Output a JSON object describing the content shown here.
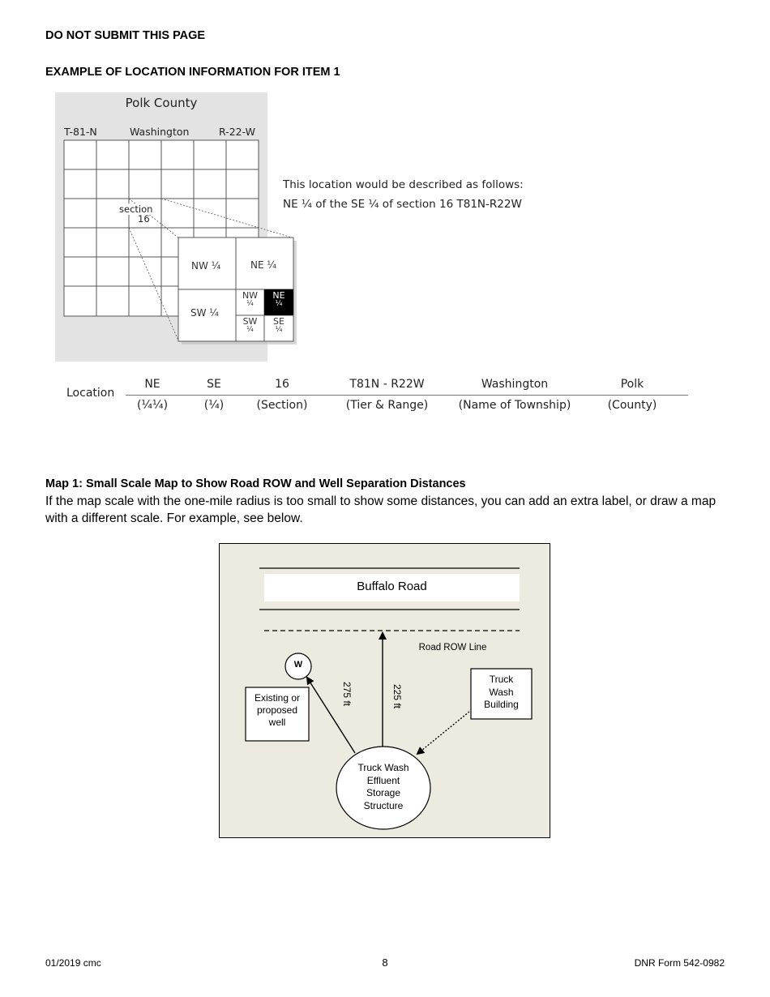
{
  "header": {
    "warning": "DO NOT SUBMIT THIS PAGE",
    "example_title": "EXAMPLE OF LOCATION INFORMATION FOR ITEM 1"
  },
  "location_example": {
    "county_title": "Polk County",
    "township_label": "T-81-N",
    "township_name": "Washington",
    "range_label": "R-22-W",
    "section_word": "section",
    "section_number": "16",
    "quarters": {
      "nw": "NW ¼",
      "ne": "NE ¼",
      "sw": "SW ¼",
      "sub_nw": "NW",
      "sub_ne": "NE",
      "sub_sw": "SW",
      "sub_se": "SE",
      "sub_frac": "¼"
    },
    "description_line1": "This location would be described as follows:",
    "description_line2": "NE ¼ of the SE ¼ of section 16 T81N-R22W",
    "table": {
      "row_label": "Location",
      "values": [
        "NE",
        "SE",
        "16",
        "T81N - R22W",
        "Washington",
        "Polk"
      ],
      "captions": [
        "(¼¼)",
        "(¼)",
        "(Section)",
        "(Tier & Range)",
        "(Name of Township)",
        "(County)"
      ]
    }
  },
  "map1": {
    "title": "Map 1: Small Scale Map to Show Road ROW and Well Separation Distances",
    "description": "If the map scale with the one-mile radius is too small to show some distances, you can add an extra label, or draw a map with a different scale. For example, see below.",
    "road_name": "Buffalo Road",
    "row_line_label": "Road ROW Line",
    "well_symbol": "W",
    "well_label": [
      "Existing or",
      "proposed",
      "well"
    ],
    "building_label": [
      "Truck",
      "Wash",
      "Building"
    ],
    "structure_label": [
      "Truck Wash",
      "Effluent",
      "Storage",
      "Structure"
    ],
    "distance_well": "275 ft",
    "distance_row": "225 ft"
  },
  "footer": {
    "left": "01/2019 cmc",
    "center": "8",
    "right": "DNR Form 542-0982"
  }
}
